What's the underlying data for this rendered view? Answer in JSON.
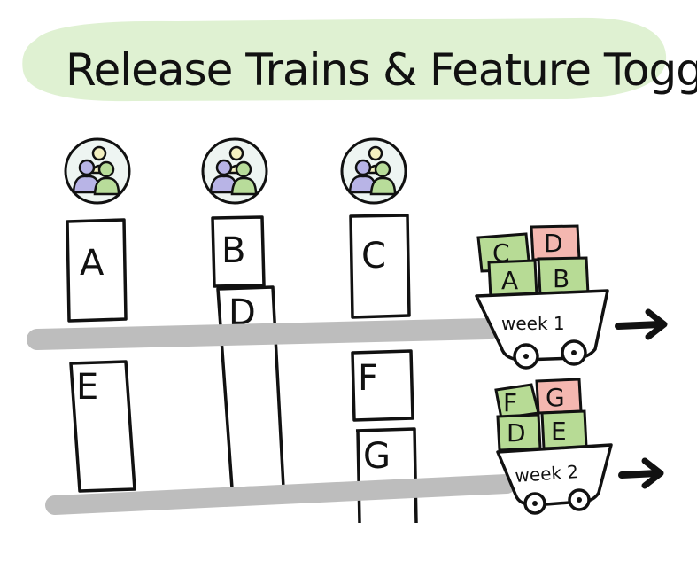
{
  "title": "Release Trains & Feature Toggles",
  "colors": {
    "title_bg": "#dff1d2",
    "rail": "#bdbdbd",
    "green_block": "#b7db95",
    "red_block": "#f4b7b0",
    "person_purple": "#b8b4e6",
    "person_green": "#b8dc9a",
    "person_yellow": "#f3f0c0",
    "team_circle": "#eef5f2"
  },
  "features": {
    "a": "A",
    "b": "B",
    "c": "C",
    "d": "D",
    "e": "E",
    "f": "F",
    "g": "G"
  },
  "trains": [
    {
      "label": "week 1",
      "blocks": [
        "C",
        "D",
        "A",
        "B"
      ]
    },
    {
      "label": "week 2",
      "blocks": [
        "F",
        "G",
        "D",
        "E"
      ]
    }
  ]
}
